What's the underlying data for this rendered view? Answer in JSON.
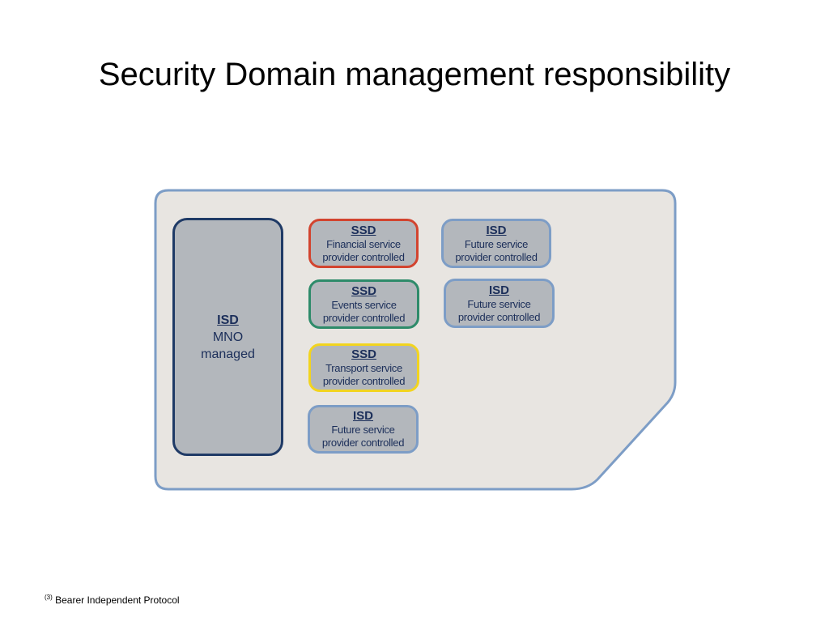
{
  "title": "Security Domain management responsibility",
  "diagram": {
    "main_isd": {
      "kind": "ISD",
      "line1": "MNO",
      "line2": "managed"
    },
    "column1": [
      {
        "kind": "SSD",
        "line1": "Financial service",
        "line2": "provider controlled",
        "border_color": "#d2442f"
      },
      {
        "kind": "SSD",
        "line1": "Events service",
        "line2": "provider controlled",
        "border_color": "#2e8b6a"
      },
      {
        "kind": "SSD",
        "line1": "Transport service",
        "line2": "provider controlled",
        "border_color": "#f2d41f"
      },
      {
        "kind": "ISD",
        "line1": "Future service",
        "line2": "provider controlled",
        "border_color": "#7d9dc6"
      }
    ],
    "column2": [
      {
        "kind": "ISD",
        "line1": "Future service",
        "line2": "provider controlled",
        "border_color": "#7d9dc6"
      },
      {
        "kind": "ISD",
        "line1": "Future service",
        "line2": "provider controlled",
        "border_color": "#7d9dc6"
      }
    ],
    "card_fill": "#e8e5e1",
    "card_border": "#7d9dc6"
  },
  "footnote": {
    "marker": "(3)",
    "text": "Bearer Independent Protocol"
  }
}
